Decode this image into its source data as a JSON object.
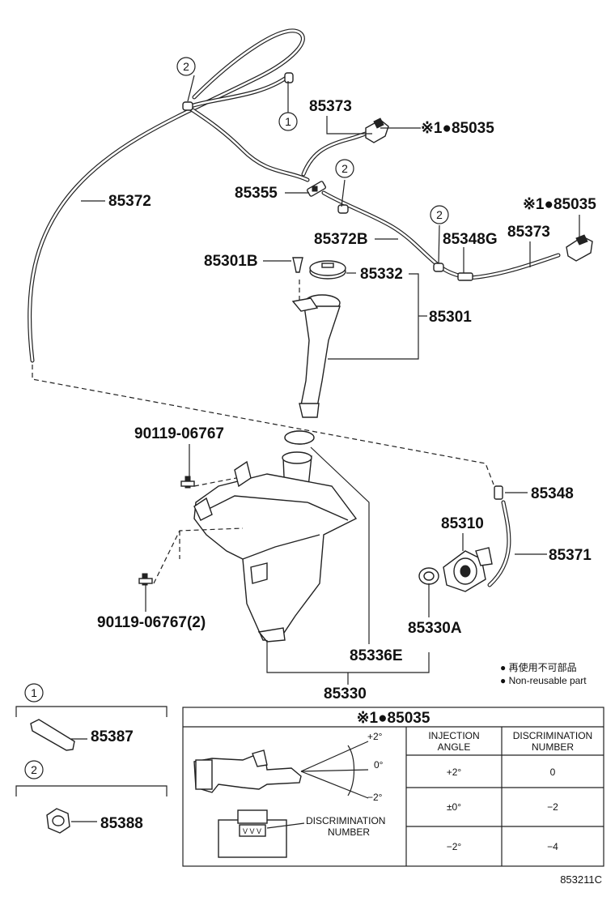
{
  "callouts": {
    "c1": "1",
    "c2": "2"
  },
  "labels": {
    "p85373_top": "85373",
    "p85035_top": "※1●85035",
    "p85372": "85372",
    "p85355": "85355",
    "p85035_right": "※1●85035",
    "p85372B": "85372B",
    "p85348G": "85348G",
    "p85373_right": "85373",
    "p85301B": "85301B",
    "p85332": "85332",
    "p85301": "85301",
    "p90119_top": "90119-06767",
    "p85348": "85348",
    "p85310": "85310",
    "p85371": "85371",
    "p90119_bottom": "90119-06767(2)",
    "p85330A": "85330A",
    "p85336E": "85336E",
    "p85330": "85330",
    "p85387": "85387",
    "p85388": "85388"
  },
  "legend": {
    "non_reusable_jp": "● 再使用不可部品",
    "non_reusable_en": "● Non-reusable part"
  },
  "nozzle_table": {
    "title": "※1●85035",
    "angle_plus": "+2°",
    "angle_zero": "0°",
    "angle_minus": "−2°",
    "discrimination_note_line1": "DISCRIMINATION",
    "discrimination_note_line2": "NUMBER",
    "col_headers": {
      "injection_line1": "INJECTION",
      "injection_line2": "ANGLE",
      "discrimination_line1": "DISCRIMINATION",
      "discrimination_line2": "NUMBER"
    },
    "rows": [
      {
        "angle": "+2°",
        "number": "0"
      },
      {
        "angle": "±0°",
        "number": "−2"
      },
      {
        "angle": "−2°",
        "number": "−4"
      }
    ]
  },
  "figure_code": "853211C"
}
